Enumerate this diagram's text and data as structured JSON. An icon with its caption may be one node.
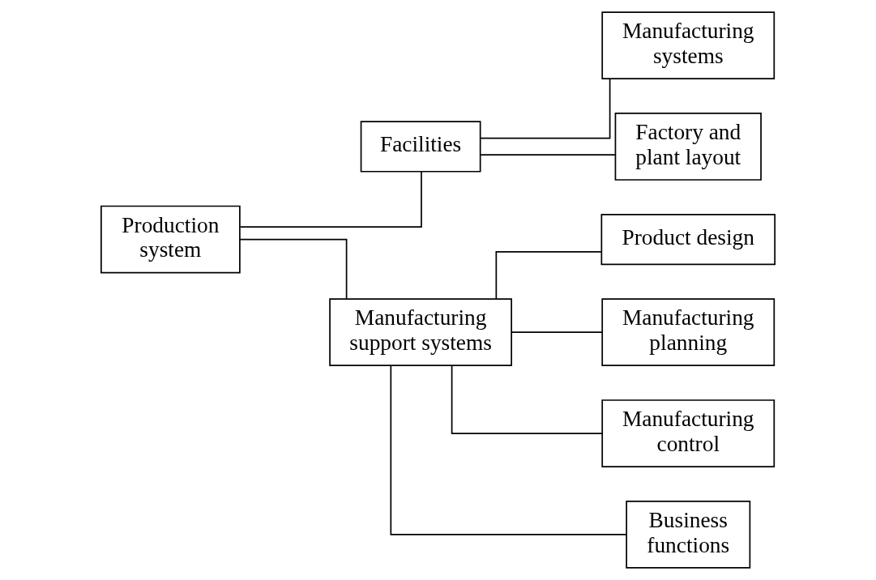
{
  "diagram": {
    "nodes": [
      {
        "text": [
          "Production system"
        ]
      },
      {
        "text": [
          "Facilities"
        ]
      },
      {
        "text": [
          "Manufacturing support systems"
        ]
      },
      {
        "text": [
          "Manufacturing systems"
        ]
      },
      {
        "text": [
          "Factory and plant layout"
        ]
      },
      {
        "text": [
          "Product design"
        ]
      },
      {
        "text": [
          "Manufacturing planning"
        ]
      },
      {
        "text": [
          "Manufacturing control"
        ]
      },
      {
        "text": [
          "Business functions"
        ]
      }
    ],
    "edges": [
      {
        "from": 0,
        "to": 1,
        "arrow": "none"
      },
      {
        "from": 0,
        "to": 2,
        "arrow": "none"
      },
      {
        "from": 1,
        "to": 3,
        "arrow": "none"
      },
      {
        "from": 1,
        "to": 4,
        "arrow": "none"
      },
      {
        "from": 2,
        "to": 5,
        "arrow": "none"
      },
      {
        "from": 2,
        "to": 6,
        "arrow": "none"
      },
      {
        "from": 2,
        "to": 7,
        "arrow": "none"
      },
      {
        "from": 2,
        "to": 8,
        "arrow": "none"
      }
    ]
  }
}
